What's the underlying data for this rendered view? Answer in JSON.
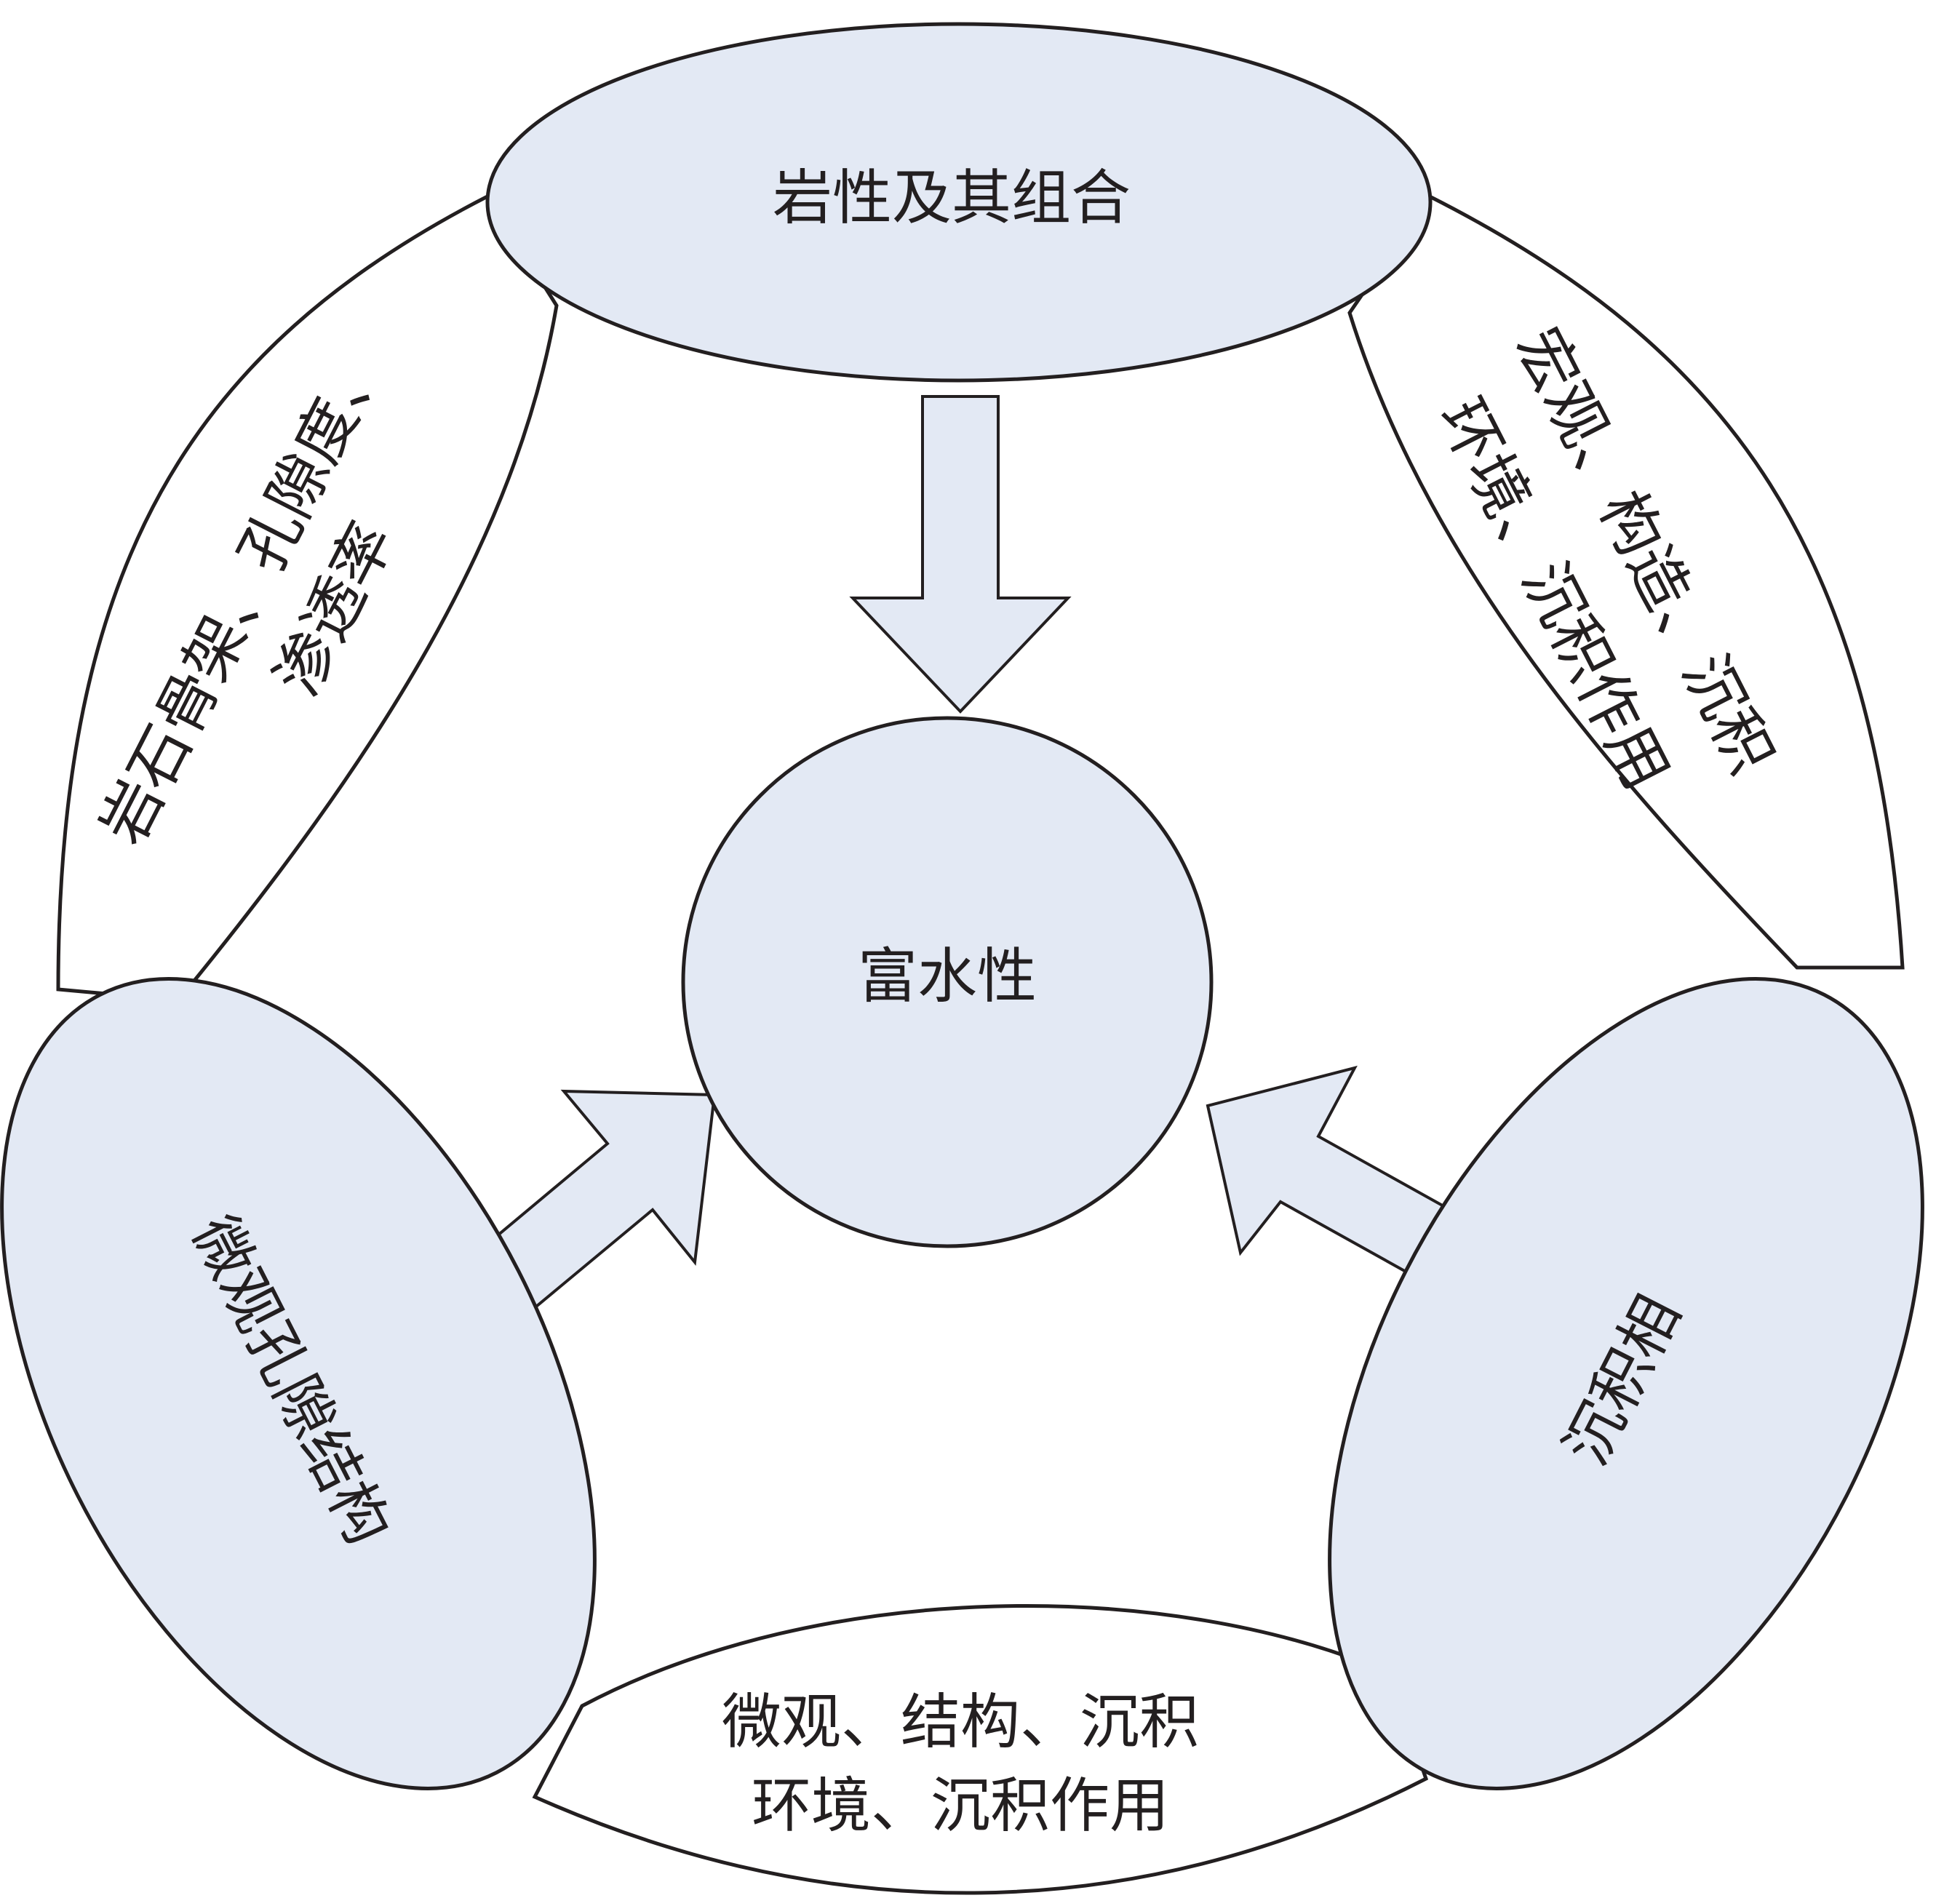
{
  "nodes": {
    "top": "岩性及其组合",
    "center": "富水性",
    "left": "微观孔隙结构",
    "right": "沉积相"
  },
  "links": {
    "top_left": [
      "岩石骨架、孔隙度、",
      "渗透率"
    ],
    "top_right": [
      "宏观、构造、沉积",
      "环境、沉积作用"
    ],
    "bottom": [
      "微观、结构、沉积",
      "环境、沉积作用"
    ]
  },
  "colors": {
    "fill": "#e3e9f4",
    "stroke": "#231f20",
    "background": "#ffffff"
  }
}
